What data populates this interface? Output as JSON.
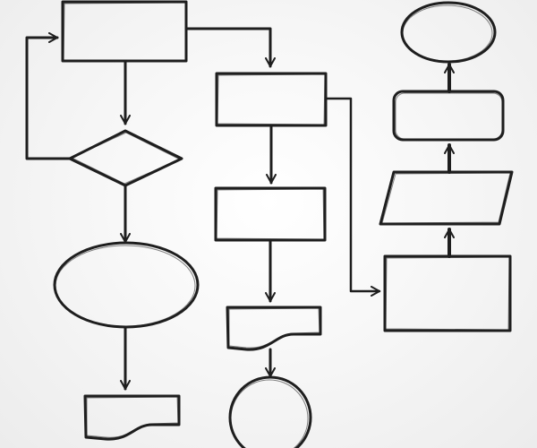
{
  "style": {
    "background": "#f2f2f2",
    "ink": "#1e1e1e"
  },
  "diagram": {
    "type": "flowchart",
    "nodes": [
      {
        "id": "process-1",
        "shape": "rectangle",
        "text": ""
      },
      {
        "id": "decision-1",
        "shape": "diamond",
        "text": ""
      },
      {
        "id": "terminal-ellipse-1",
        "shape": "ellipse",
        "text": ""
      },
      {
        "id": "document-1",
        "shape": "document",
        "text": ""
      },
      {
        "id": "process-2",
        "shape": "rectangle",
        "text": ""
      },
      {
        "id": "process-3",
        "shape": "rectangle",
        "text": ""
      },
      {
        "id": "document-2",
        "shape": "document",
        "text": ""
      },
      {
        "id": "connector-circle-1",
        "shape": "circle",
        "text": ""
      },
      {
        "id": "process-4",
        "shape": "rectangle",
        "text": ""
      },
      {
        "id": "data-parallelogram-1",
        "shape": "parallelogram",
        "text": ""
      },
      {
        "id": "process-rounded-1",
        "shape": "rounded-rectangle",
        "text": ""
      },
      {
        "id": "terminal-ellipse-2",
        "shape": "ellipse",
        "text": ""
      }
    ],
    "edges": [
      {
        "from": "process-1",
        "to": "decision-1"
      },
      {
        "from": "decision-1",
        "to": "terminal-ellipse-1"
      },
      {
        "from": "decision-1",
        "to": "process-1"
      },
      {
        "from": "terminal-ellipse-1",
        "to": "document-1"
      },
      {
        "from": "process-1",
        "to": "process-2"
      },
      {
        "from": "process-2",
        "to": "process-3"
      },
      {
        "from": "process-3",
        "to": "document-2"
      },
      {
        "from": "document-2",
        "to": "connector-circle-1"
      },
      {
        "from": "process-2",
        "to": "process-4"
      },
      {
        "from": "process-4",
        "to": "data-parallelogram-1"
      },
      {
        "from": "data-parallelogram-1",
        "to": "process-rounded-1"
      },
      {
        "from": "process-rounded-1",
        "to": "terminal-ellipse-2"
      }
    ]
  }
}
